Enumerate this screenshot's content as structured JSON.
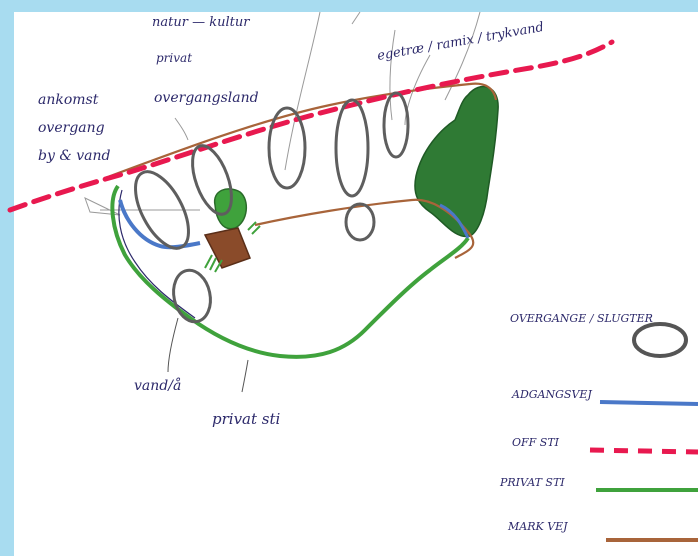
{
  "labels": {
    "top_natur": "natur — kultur",
    "top_privat": "privat",
    "top_overgang": "overgangsland",
    "top_right": "egetræ / ramix / trykvand",
    "left_line1": "ankomst",
    "left_line2": "overgang",
    "left_line3": "by & vand",
    "bottom_vand": "vand/å",
    "bottom_privat_sti": "privat sti"
  },
  "legend": [
    {
      "label": "OVERGANGE / SLUGTER",
      "symbol": "ellipse",
      "color": "#555555"
    },
    {
      "label": "ADGANGSVEJ",
      "symbol": "line",
      "color": "#4a78c8"
    },
    {
      "label": "OFF STI",
      "symbol": "dashed",
      "color": "#e8194f"
    },
    {
      "label": "PRIVAT STI",
      "symbol": "line",
      "color": "#3fa23c"
    },
    {
      "label": "MARK VEJ",
      "symbol": "line",
      "color": "#a8643a"
    }
  ],
  "colors": {
    "background": "#a8dcf0",
    "paper": "#ffffff",
    "ink_pencil": "#6b6b6b",
    "ink_pen": "#2d2a6b",
    "forest": "#2f7a34",
    "earth": "#8a4b2a"
  }
}
